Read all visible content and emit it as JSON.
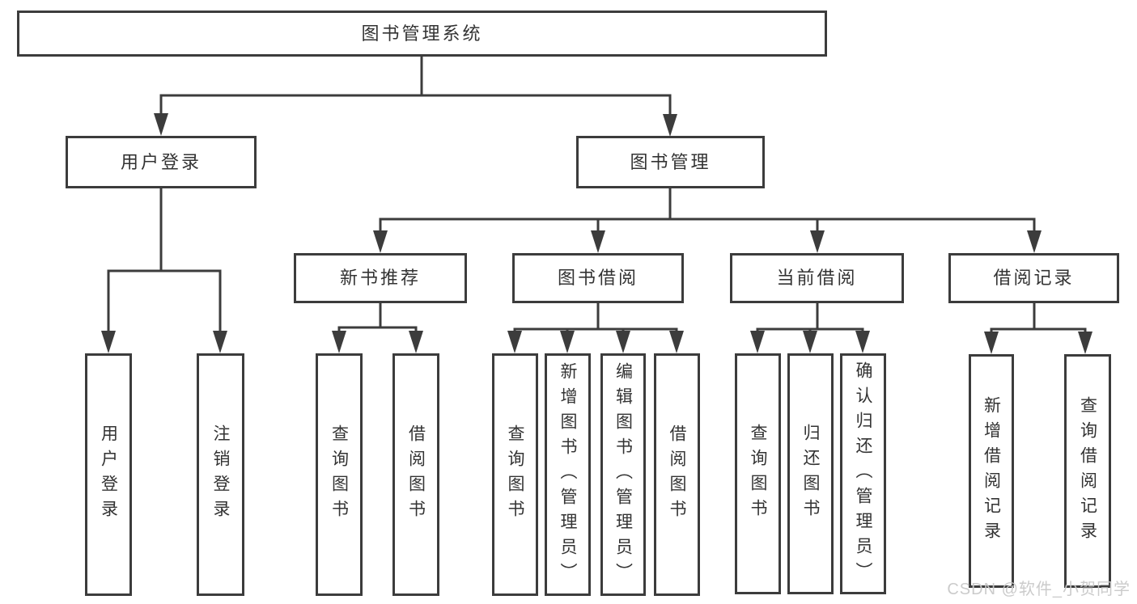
{
  "colors": {
    "line": "#3c3c3c",
    "text": "#333333",
    "watermark": "#c9c9c9",
    "background": "#ffffff"
  },
  "tree": {
    "root": {
      "label": "图书管理系统",
      "children": [
        {
          "label": "用户登录",
          "children": [
            {
              "label": "用户登录"
            },
            {
              "label": "注销登录"
            }
          ]
        },
        {
          "label": "图书管理",
          "children": [
            {
              "label": "新书推荐",
              "children": [
                {
                  "label": "查询图书"
                },
                {
                  "label": "借阅图书"
                }
              ]
            },
            {
              "label": "图书借阅",
              "children": [
                {
                  "label": "查询图书"
                },
                {
                  "label": "新增图书（管理员）"
                },
                {
                  "label": "编辑图书（管理员）"
                },
                {
                  "label": "借阅图书"
                }
              ]
            },
            {
              "label": "当前借阅",
              "children": [
                {
                  "label": "查询图书"
                },
                {
                  "label": "归还图书"
                },
                {
                  "label": "确认归还（管理员）"
                }
              ]
            },
            {
              "label": "借阅记录",
              "children": [
                {
                  "label": "新增借阅记录"
                },
                {
                  "label": "查询借阅记录"
                }
              ]
            }
          ]
        }
      ]
    }
  },
  "watermark": {
    "text": "CSDN @软件_小贺同学"
  }
}
